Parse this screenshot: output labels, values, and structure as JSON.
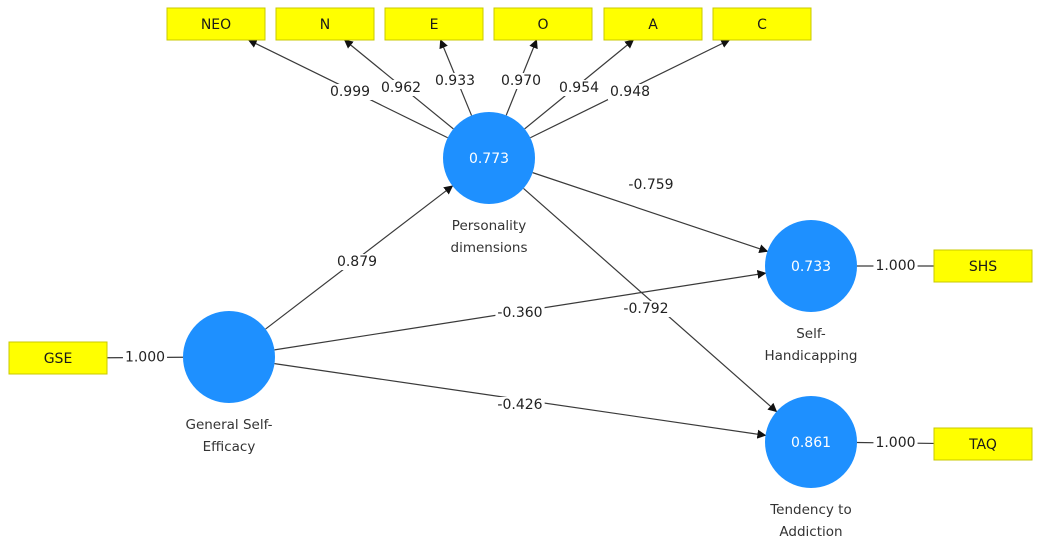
{
  "colors": {
    "indicator_fill": "#ffff00",
    "indicator_border": "#c8c800",
    "latent_fill": "#1e90ff",
    "edge": "#3a3a3a"
  },
  "indicators": [
    {
      "id": "NEO",
      "label": "NEO"
    },
    {
      "id": "N",
      "label": "N"
    },
    {
      "id": "E",
      "label": "E"
    },
    {
      "id": "O",
      "label": "O"
    },
    {
      "id": "A",
      "label": "A"
    },
    {
      "id": "C",
      "label": "C"
    },
    {
      "id": "GSE",
      "label": "GSE"
    },
    {
      "id": "SHS",
      "label": "SHS"
    },
    {
      "id": "TAQ",
      "label": "TAQ"
    }
  ],
  "latents": [
    {
      "id": "PD",
      "r2": "0.773",
      "label_lines": [
        "Personality",
        "dimensions"
      ]
    },
    {
      "id": "GSE_L",
      "r2": "",
      "label_lines": [
        "General Self-",
        "Efficacy"
      ]
    },
    {
      "id": "SH",
      "r2": "0.733",
      "label_lines": [
        "Self-",
        "Handicapping"
      ]
    },
    {
      "id": "TA",
      "r2": "0.861",
      "label_lines": [
        "Tendency to",
        "Addiction"
      ]
    }
  ],
  "outer_loadings": [
    {
      "from": "PD",
      "to": "NEO",
      "value": "0.999"
    },
    {
      "from": "PD",
      "to": "N",
      "value": "0.962"
    },
    {
      "from": "PD",
      "to": "E",
      "value": "0.933"
    },
    {
      "from": "PD",
      "to": "O",
      "value": "0.970"
    },
    {
      "from": "PD",
      "to": "A",
      "value": "0.954"
    },
    {
      "from": "PD",
      "to": "C",
      "value": "0.948"
    },
    {
      "from": "GSE",
      "to": "GSE_L",
      "value": "1.000"
    },
    {
      "from": "SH",
      "to": "SHS",
      "value": "1.000"
    },
    {
      "from": "TA",
      "to": "TAQ",
      "value": "1.000"
    }
  ],
  "path_coefficients": [
    {
      "from": "GSE_L",
      "to": "PD",
      "value": "0.879"
    },
    {
      "from": "PD",
      "to": "SH",
      "value": "-0.759"
    },
    {
      "from": "PD",
      "to": "TA",
      "value": "-0.792"
    },
    {
      "from": "GSE_L",
      "to": "SH",
      "value": "-0.360"
    },
    {
      "from": "GSE_L",
      "to": "TA",
      "value": "-0.426"
    }
  ]
}
